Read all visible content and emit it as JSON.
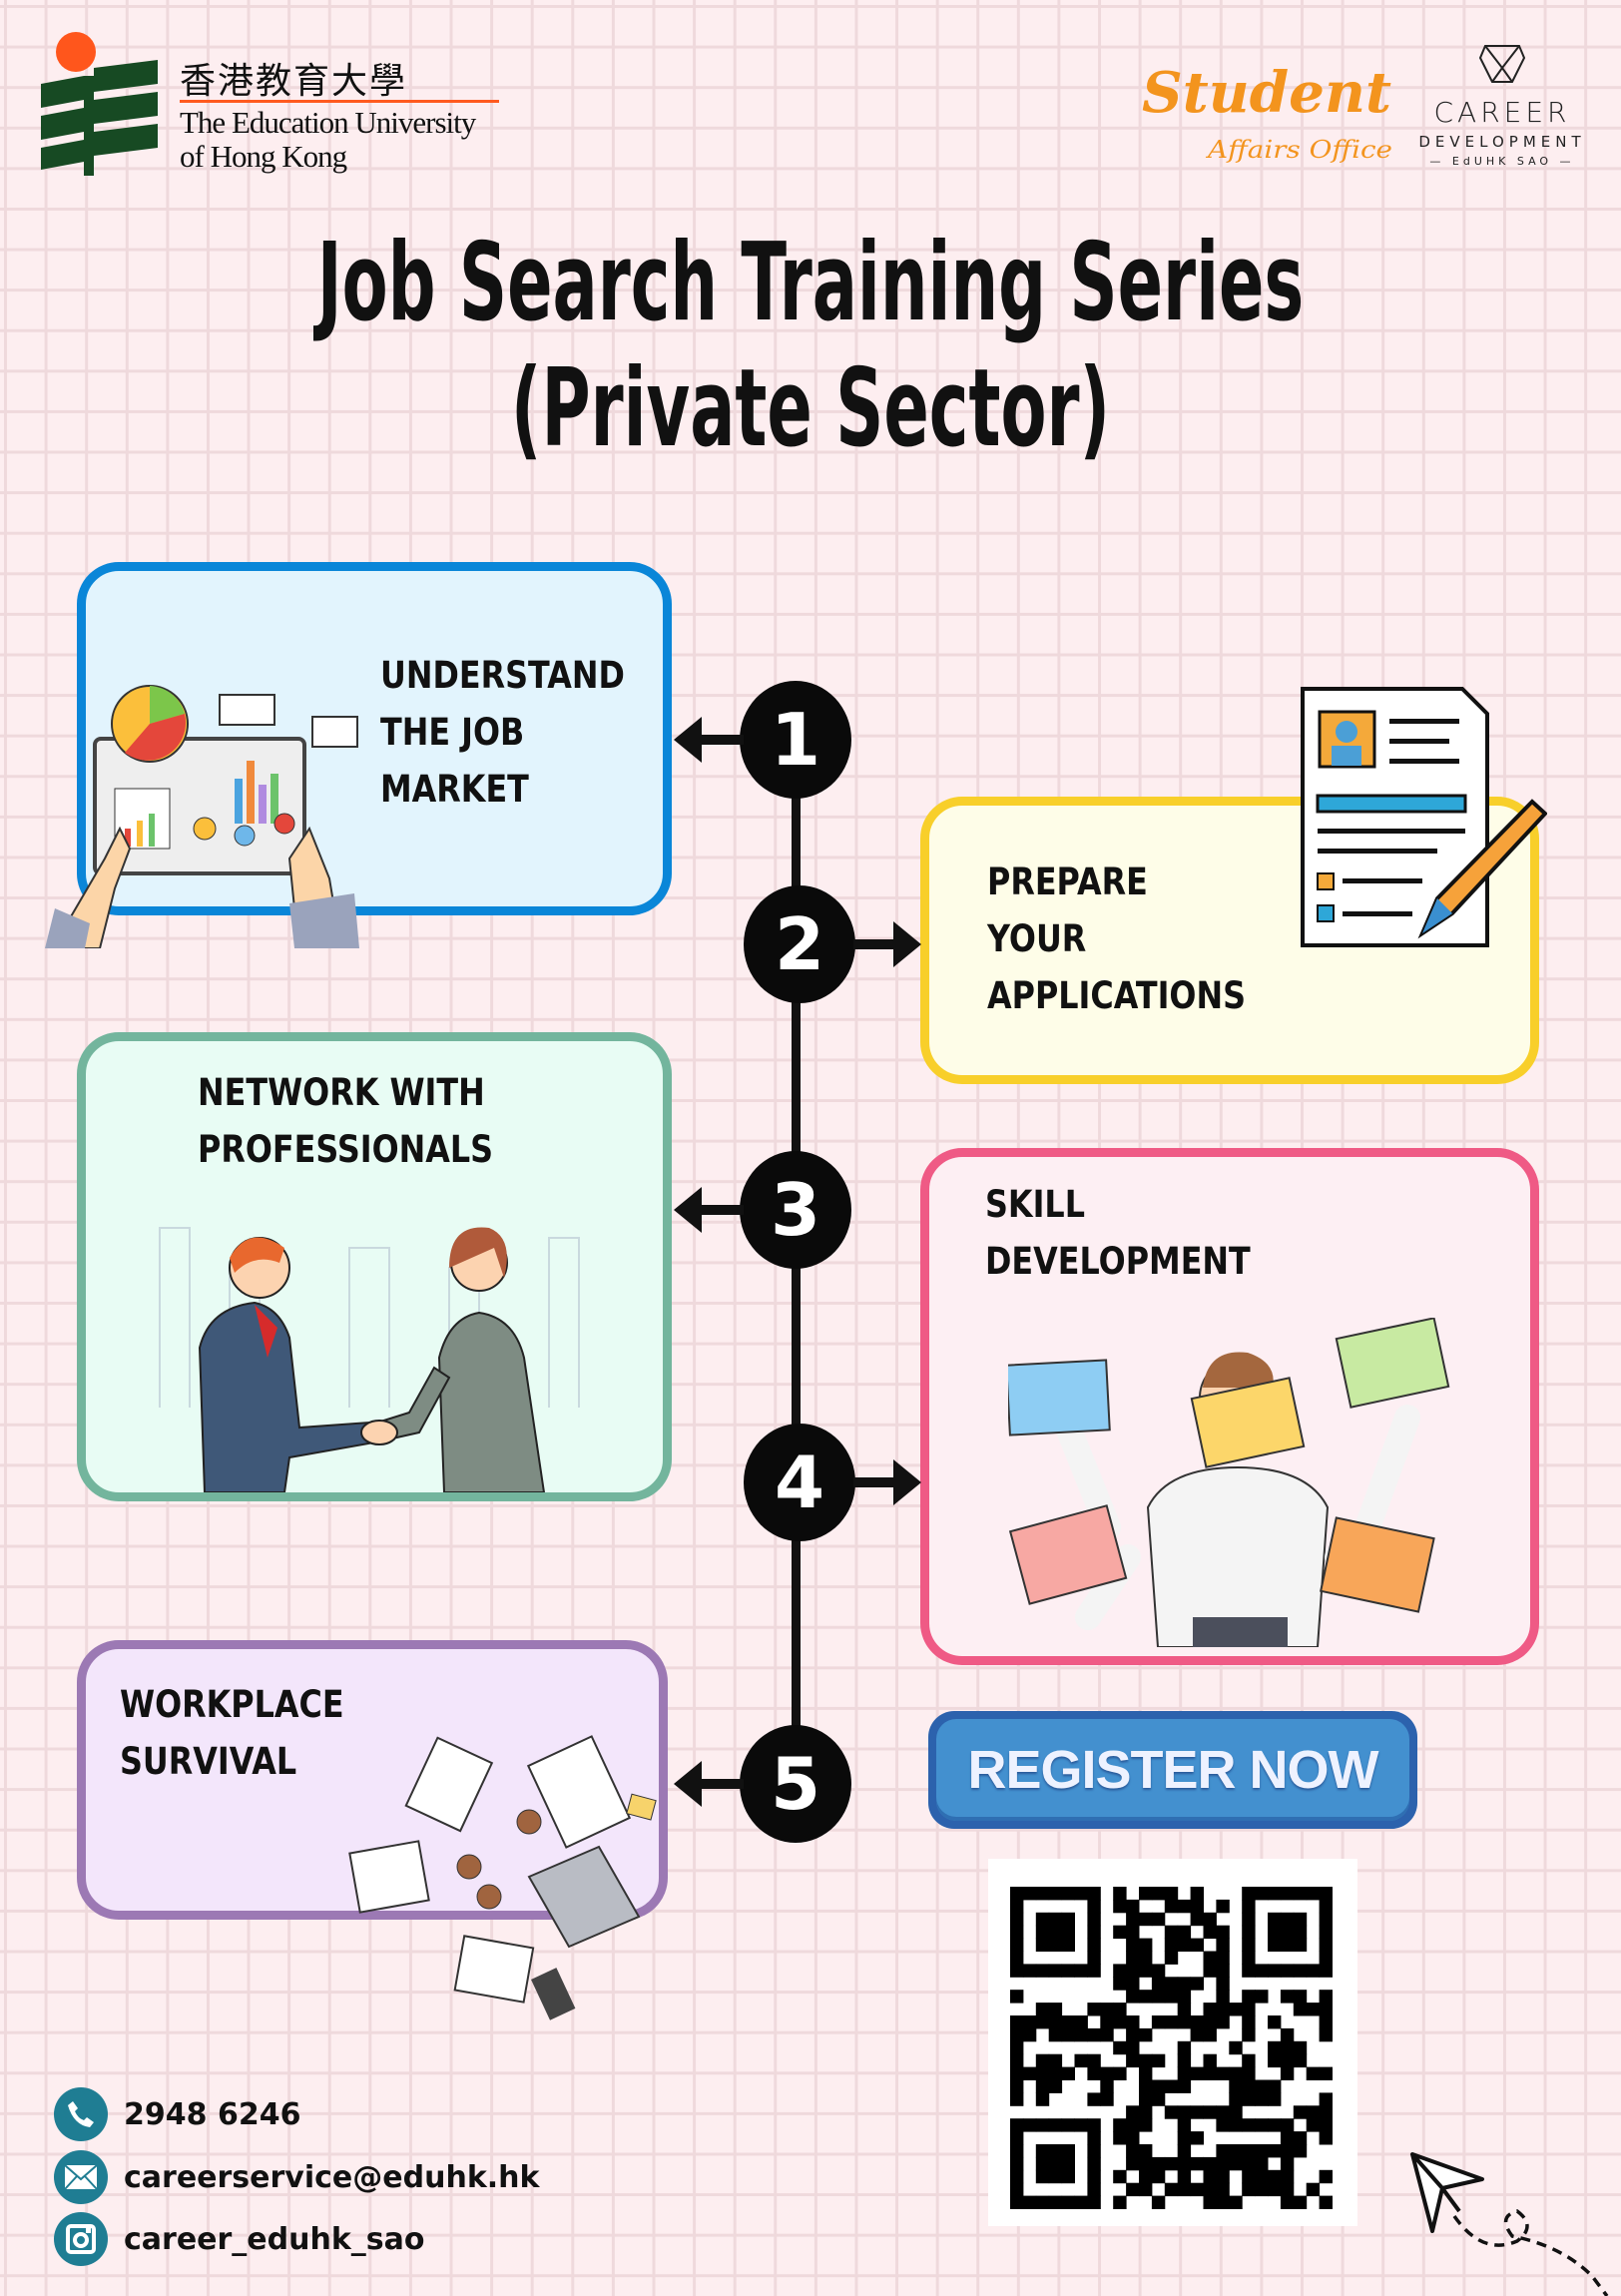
{
  "header": {
    "university_logo_text_cn": "香港教育大學",
    "university_logo_text_en": [
      "The Education University",
      "of Hong Kong"
    ],
    "sao_logo_text": "Student Affairs Office",
    "career_logo_text": [
      "CAREER",
      "DEVELOPMENT",
      "— EdUHK SAO —"
    ]
  },
  "title": {
    "line1": "Job Search Training Series",
    "line2": "(Private Sector)"
  },
  "steps": [
    {
      "number": "1",
      "lines": [
        "UNDERSTAND",
        "THE JOB",
        "MARKET"
      ],
      "border": "#0a86d8",
      "fill": "#e2f4fd",
      "illustration": "tablet-analytics"
    },
    {
      "number": "2",
      "lines": [
        "PREPARE",
        "YOUR",
        "APPLICATIONS"
      ],
      "border": "#f8cf2a",
      "fill": "#fefde8",
      "illustration": "resume-pencil"
    },
    {
      "number": "3",
      "lines": [
        "NETWORK WITH",
        "PROFESSIONALS"
      ],
      "border": "#73b59d",
      "fill": "#e8fcf4",
      "illustration": "handshake"
    },
    {
      "number": "4",
      "lines": [
        "SKILL",
        "DEVELOPMENT"
      ],
      "border": "#ef5a85",
      "fill": "#fdeff3",
      "illustration": "emotion-masks"
    },
    {
      "number": "5",
      "lines": [
        "WORKPLACE",
        "SURVIVAL"
      ],
      "border": "#9c79b4",
      "fill": "#f3e6fb",
      "illustration": "meeting-table"
    }
  ],
  "register": {
    "label": "REGISTER NOW",
    "color": "#4390cf"
  },
  "contacts": [
    {
      "icon": "phone-icon",
      "text": "2948 6246"
    },
    {
      "icon": "mail-icon",
      "text": "careerservice@eduhk.hk"
    },
    {
      "icon": "instagram-icon",
      "text": "career_eduhk_sao"
    }
  ]
}
